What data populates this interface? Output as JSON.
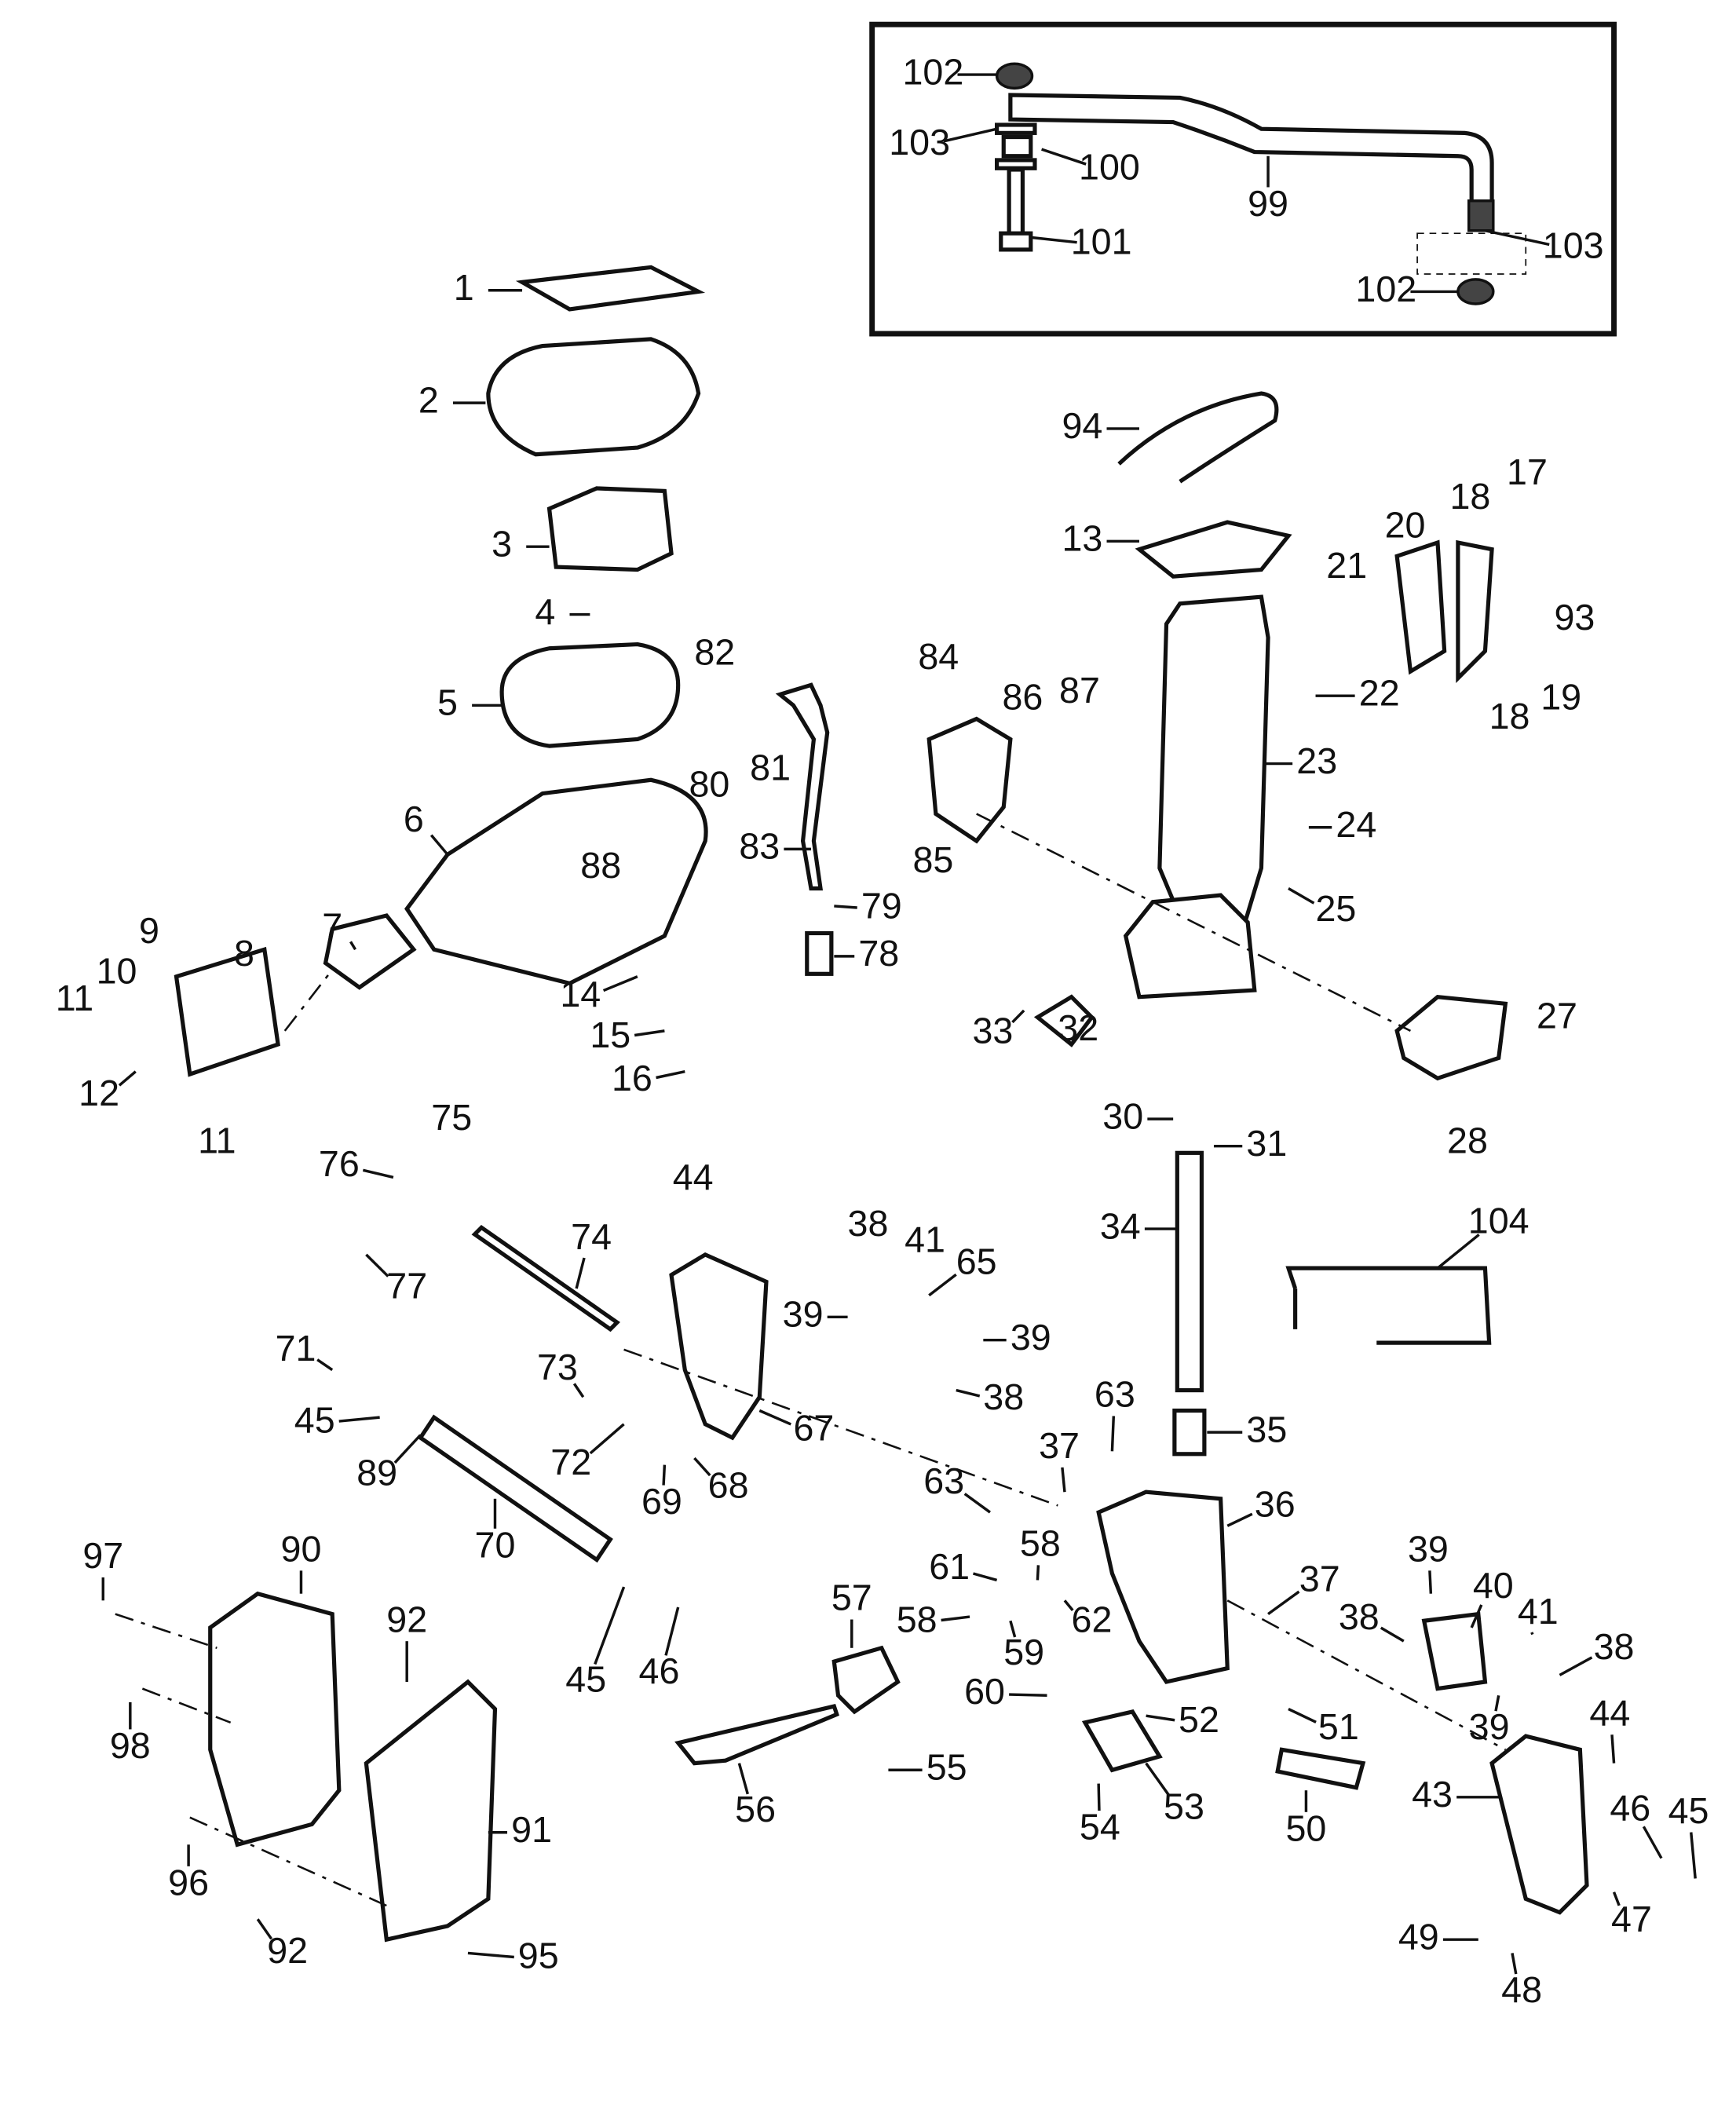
{
  "diagram": {
    "inset_callouts": [
      "102",
      "103",
      "100",
      "99",
      "101",
      "103",
      "102"
    ],
    "callouts": [
      "1",
      "2",
      "3",
      "4",
      "5",
      "6",
      "7",
      "8",
      "9",
      "10",
      "11",
      "12",
      "11",
      "14",
      "15",
      "16",
      "88",
      "82",
      "80",
      "81",
      "83",
      "79",
      "78",
      "94",
      "13",
      "84",
      "86",
      "87",
      "85",
      "17",
      "18",
      "20",
      "21",
      "93",
      "22",
      "19",
      "18",
      "23",
      "24",
      "25",
      "33",
      "32",
      "27",
      "28",
      "30",
      "31",
      "34",
      "104",
      "75",
      "76",
      "77",
      "74",
      "44",
      "38",
      "41",
      "65",
      "39",
      "39",
      "38",
      "71",
      "45",
      "89",
      "73",
      "72",
      "69",
      "68",
      "67",
      "70",
      "63",
      "35",
      "37",
      "63",
      "36",
      "61",
      "58",
      "62",
      "58",
      "59",
      "60",
      "37",
      "39",
      "40",
      "38",
      "41",
      "38",
      "39",
      "44",
      "57",
      "46",
      "45",
      "97",
      "90",
      "92",
      "98",
      "91",
      "96",
      "92",
      "95",
      "56",
      "55",
      "52",
      "51",
      "53",
      "54",
      "50",
      "43",
      "46",
      "45",
      "47",
      "49",
      "48"
    ]
  }
}
